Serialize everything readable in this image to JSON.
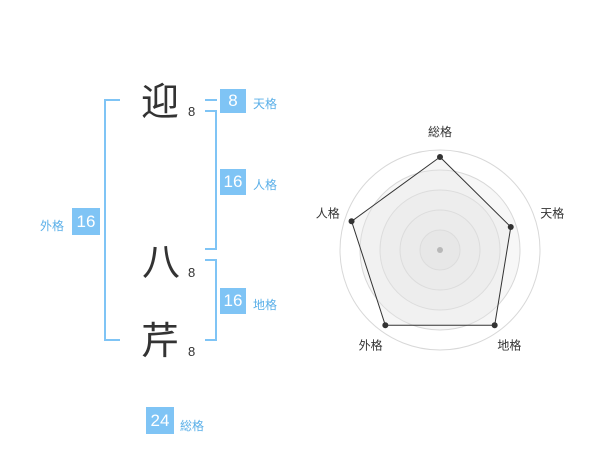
{
  "name_chars": [
    {
      "char": "迎",
      "strokes": "8"
    },
    {
      "char": "八",
      "strokes": "8"
    },
    {
      "char": "芹",
      "strokes": "8"
    }
  ],
  "kakusu": {
    "tenkaku": {
      "value": "8",
      "label": "天格"
    },
    "jinkaku": {
      "value": "16",
      "label": "人格"
    },
    "chikaku": {
      "value": "16",
      "label": "地格"
    },
    "gaikaku": {
      "value": "16",
      "label": "外格"
    },
    "soukaku": {
      "value": "24",
      "label": "総格"
    }
  },
  "chart_data": {
    "type": "radar",
    "axes": [
      "総格",
      "天格",
      "地格",
      "外格",
      "人格"
    ],
    "values": [
      5,
      4,
      5,
      5,
      5
    ],
    "max": 5,
    "grid_rings": 4
  },
  "colors": {
    "accent": "#7fc4f5",
    "label": "#5aafe8",
    "text": "#333333"
  }
}
